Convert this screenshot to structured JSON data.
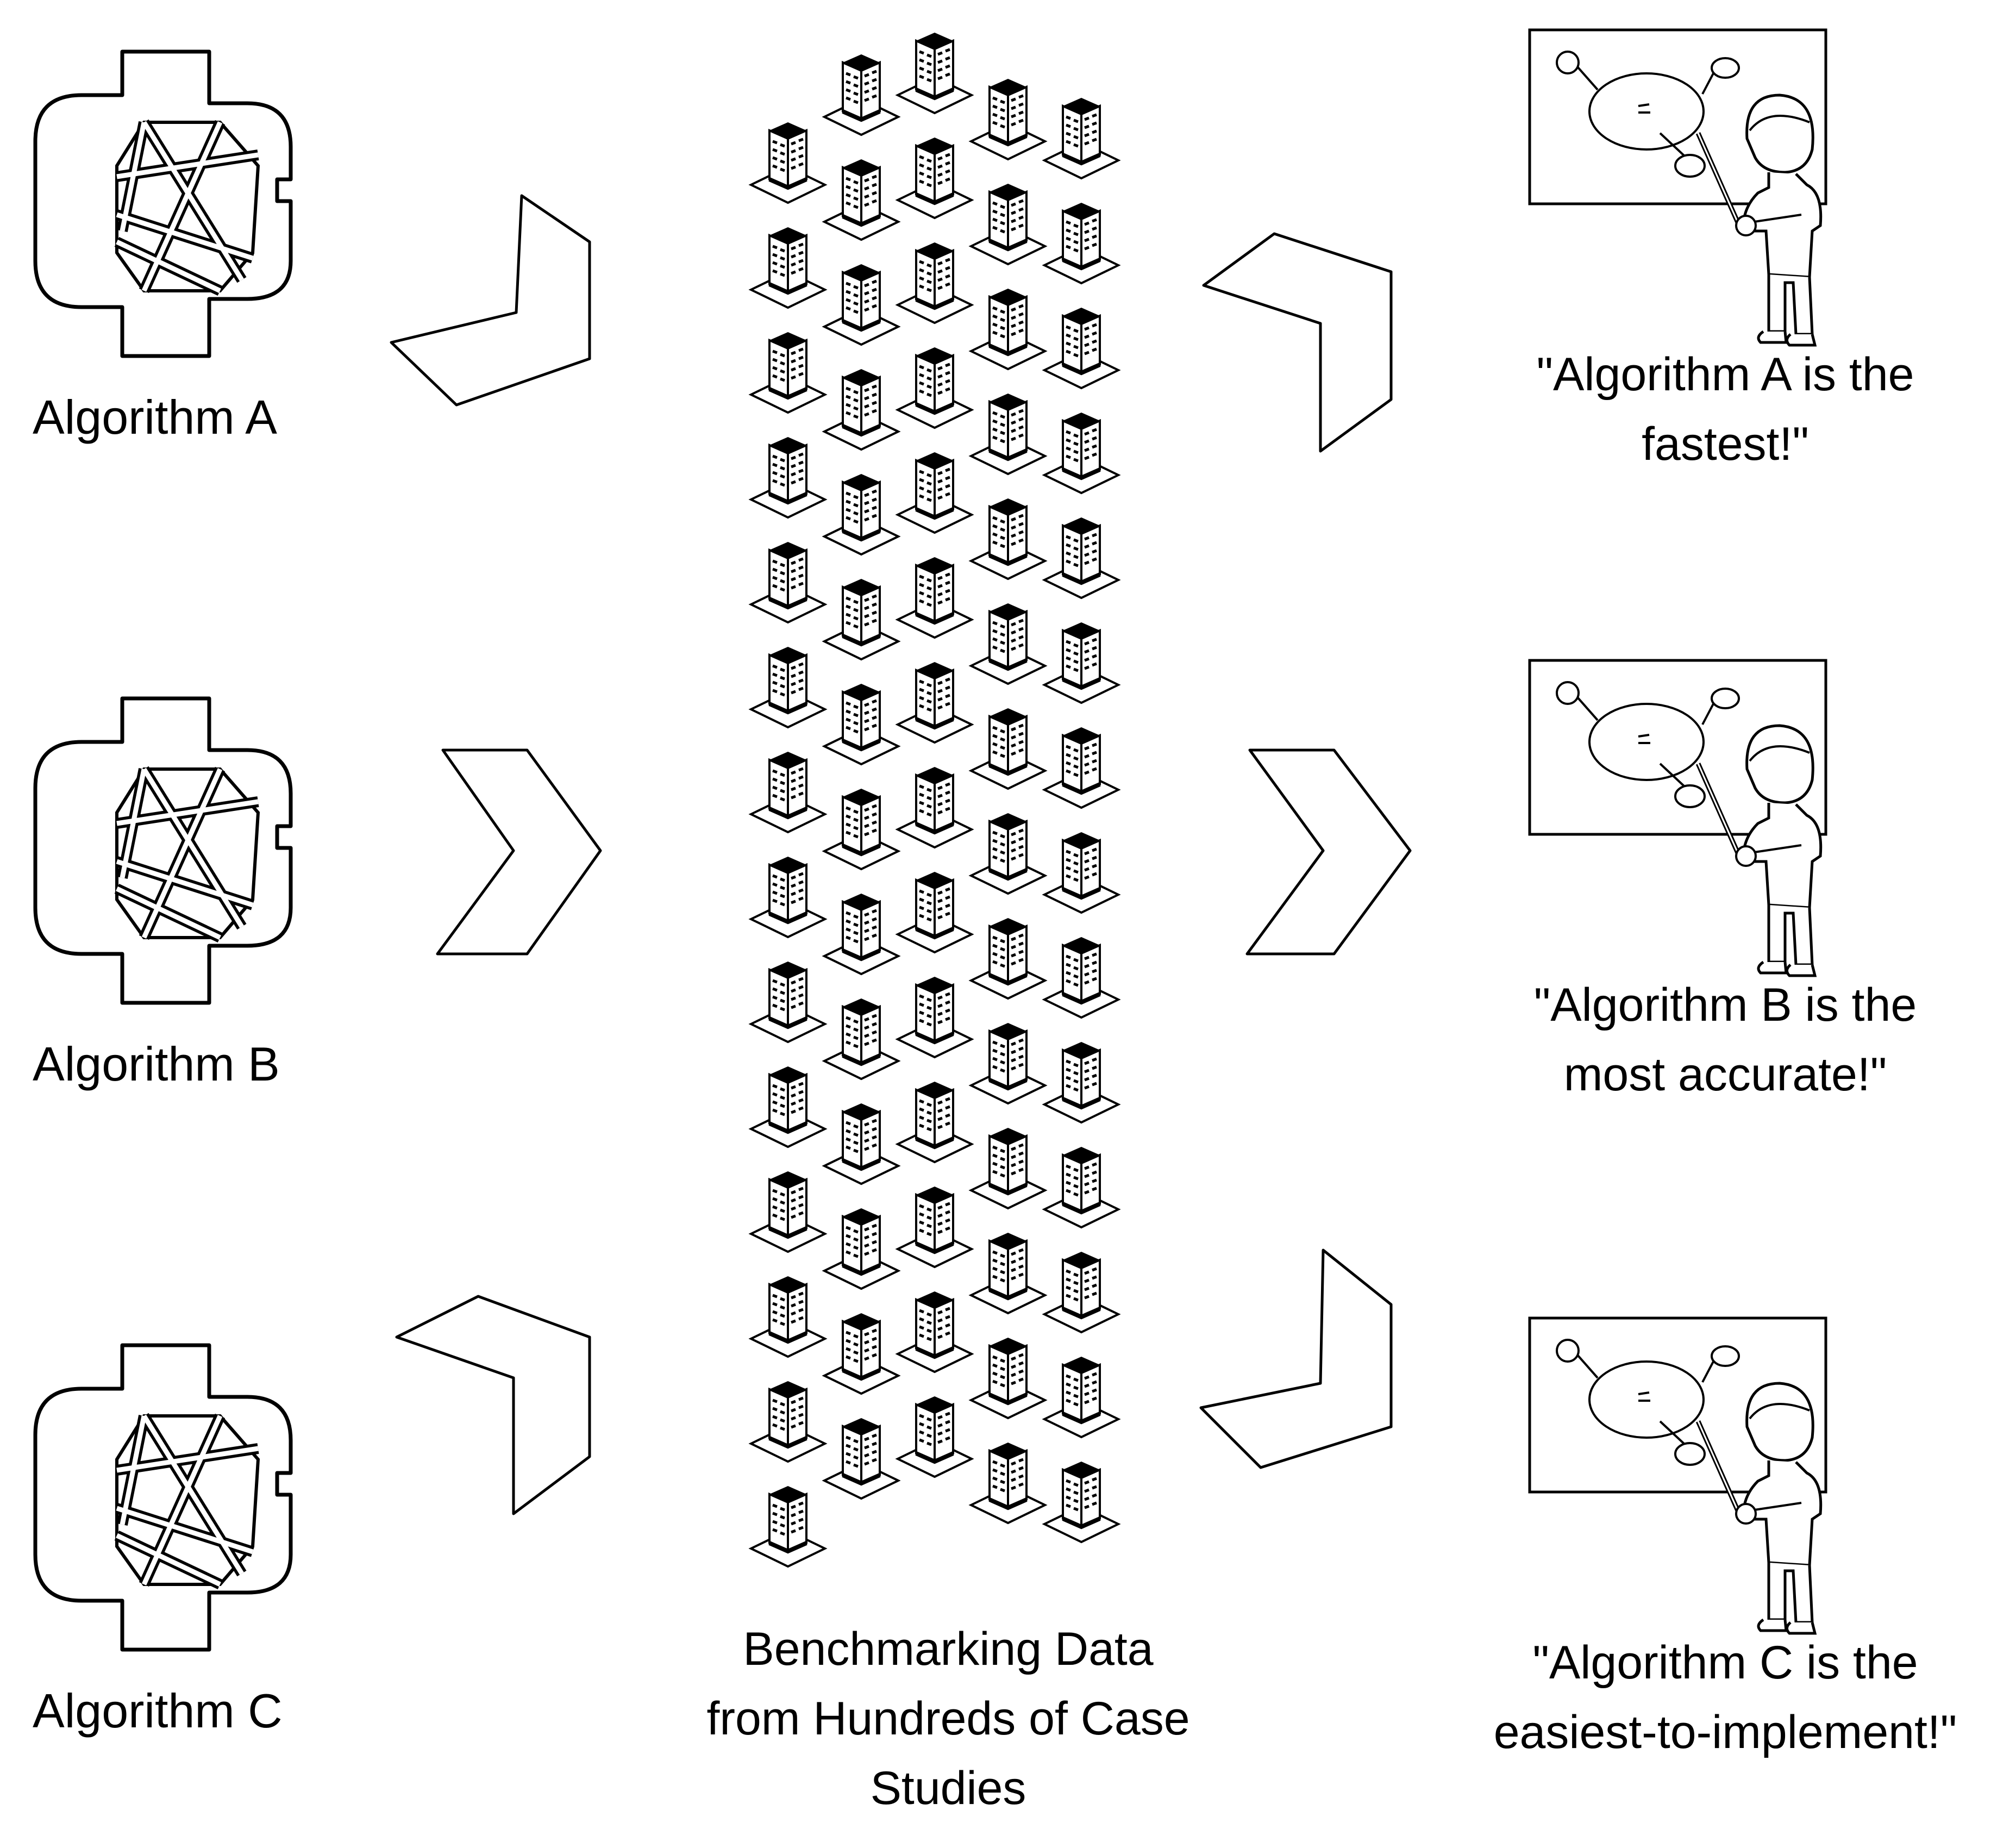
{
  "algorithms": [
    {
      "label": "Algorithm A"
    },
    {
      "label": "Algorithm B"
    },
    {
      "label": "Algorithm C"
    }
  ],
  "benchmark": {
    "line1": "Benchmarking Data",
    "line2": "from Hundreds of Case",
    "line3": "Studies"
  },
  "results": [
    {
      "line1": "\"Algorithm A is the",
      "line2": "fastest!\""
    },
    {
      "line1": "\"Algorithm B is the",
      "line2": "most accurate!\""
    },
    {
      "line1": "\"Algorithm C is the",
      "line2": "easiest-to-implement!\""
    }
  ],
  "icons": {
    "algorithm": "network-shape-icon",
    "arrow": "chevron-arrow-icon",
    "building": "building-icon",
    "presenter": "presenter-at-whiteboard-icon"
  }
}
